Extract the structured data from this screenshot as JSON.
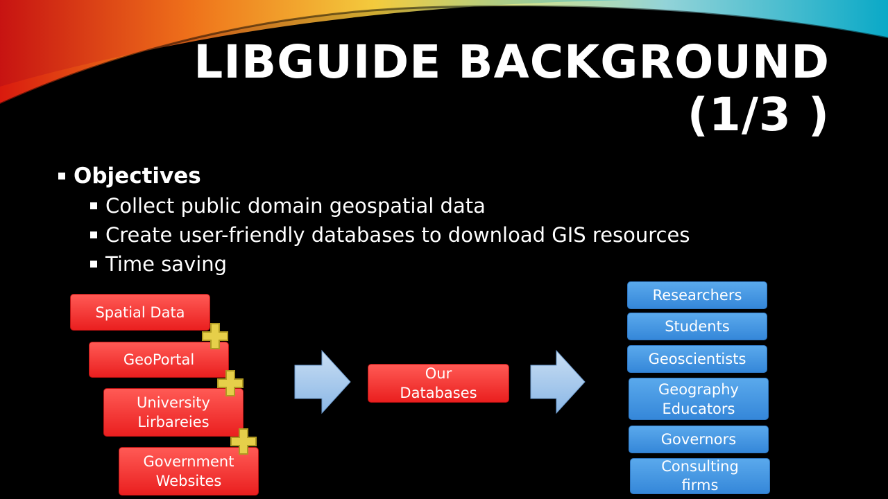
{
  "slide": {
    "title_line1": "LIBGUIDE BACKGROUND",
    "title_line2": "(1/3 )",
    "objectives_heading": "Objectives",
    "objectives": [
      "Collect public domain geospatial data",
      "Create user-friendly databases to download GIS resources",
      "Time saving"
    ]
  },
  "diagram": {
    "sources": [
      "Spatial Data",
      "GeoPortal",
      "University Lirbareies",
      "Government Websites"
    ],
    "center": "Our Databases",
    "audiences": [
      "Researchers",
      "Students",
      "Geoscientists",
      "Geography Educators",
      "Governors",
      "Consulting firms"
    ]
  },
  "colors": {
    "background": "#000000",
    "source_box": "#f03b37",
    "audience_box": "#4a9be6",
    "arrow": "#a6c8ec",
    "plus": "#e6cf4a"
  }
}
